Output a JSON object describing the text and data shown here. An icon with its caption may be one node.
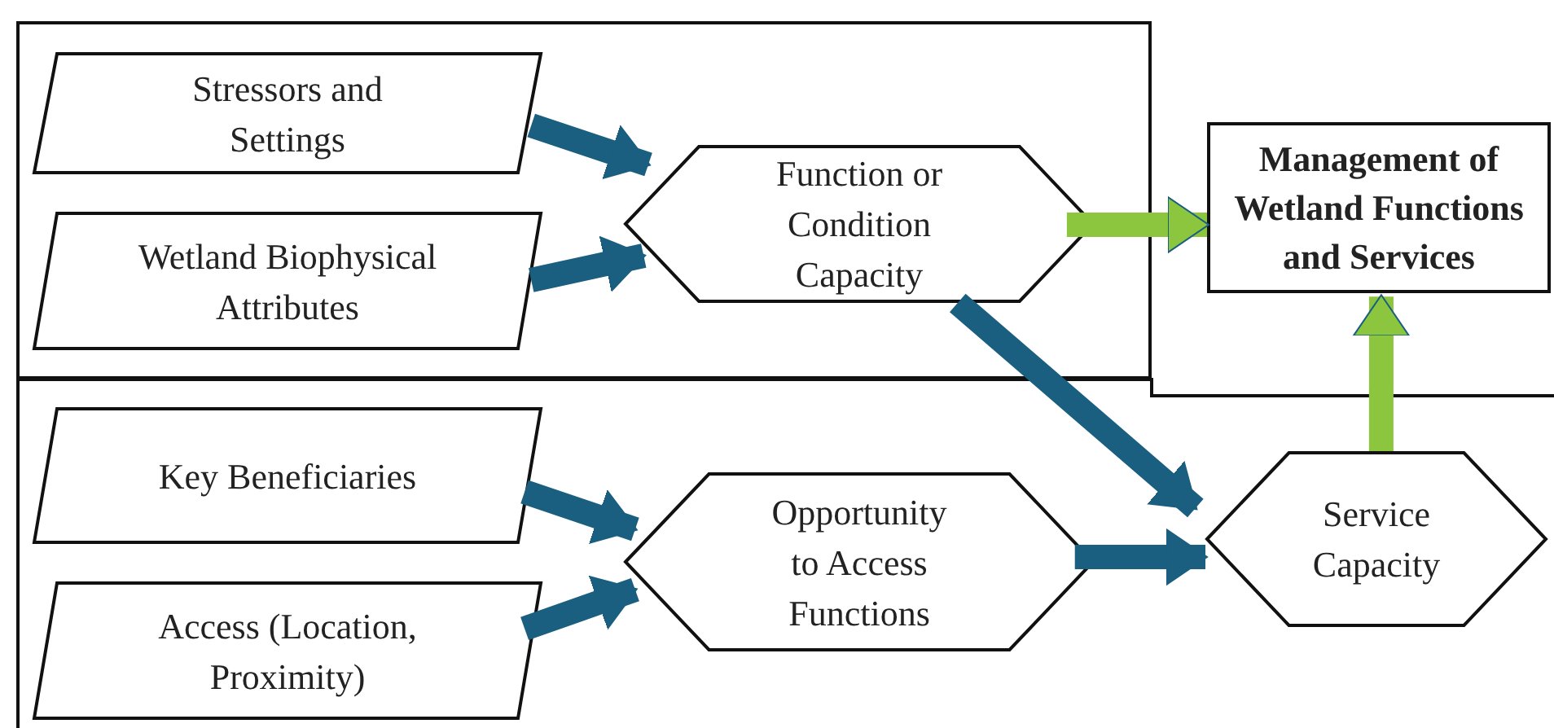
{
  "diagram": {
    "nodes": [
      {
        "text": [],
        "shape": "box"
      },
      {
        "text": [
          "Stressors and Settings"
        ],
        "in": 0
      },
      {
        "text": [
          "Wetland Biophysical Attributes"
        ],
        "in": 0
      },
      {
        "text": [
          "Function or Condition Capacity"
        ],
        "in": 0
      },
      {
        "text": [
          "Management of Wetland Functions and Services"
        ]
      },
      {
        "text": [],
        "shape": "box"
      },
      {
        "text": [
          "Key Beneficiaries"
        ],
        "in": 5
      },
      {
        "text": [
          "Access (Location, Proximity)"
        ],
        "in": 5
      },
      {
        "text": [
          "Opportunity to Access Functions"
        ],
        "in": 5
      },
      {
        "text": [
          "Service Capacity"
        ],
        "in": 5
      }
    ],
    "edges": [
      {
        "from": 1,
        "to": 3,
        "arrow": "to"
      },
      {
        "from": 2,
        "to": 3,
        "arrow": "to"
      },
      {
        "from": 3,
        "to": 4,
        "arrow": "to",
        "color": "#8cc63f"
      },
      {
        "from": 3,
        "to": 9,
        "arrow": "to"
      },
      {
        "from": 6,
        "to": 8,
        "arrow": "to"
      },
      {
        "from": 7,
        "to": 8,
        "arrow": "to"
      },
      {
        "from": 8,
        "to": 9,
        "arrow": "to"
      },
      {
        "from": 9,
        "to": 4,
        "arrow": "to",
        "color": "#8cc63f"
      }
    ]
  }
}
